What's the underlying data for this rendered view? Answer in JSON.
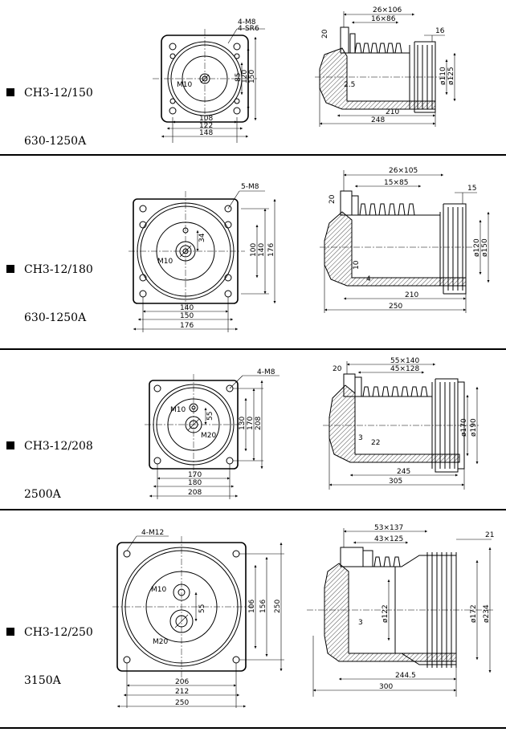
{
  "sections": [
    {
      "model": "CH3-12/150",
      "current": "630-1250A",
      "front": {
        "holes": "4-M8",
        "slots": "4-SR6",
        "center_thread": "M10",
        "v_dims": [
          "85",
          "120",
          "150"
        ],
        "h_dims": [
          "108",
          "122",
          "148"
        ]
      },
      "side": {
        "top_dims": [
          "26×106",
          "16×86"
        ],
        "flange": "20",
        "right": "16",
        "wall": "2.5",
        "diams": [
          "ø110",
          "ø125"
        ],
        "bottom_dims": [
          "210",
          "248"
        ]
      }
    },
    {
      "model": "CH3-12/180",
      "current": "630-1250A",
      "front": {
        "holes": "5-M8",
        "center_thread": "M10",
        "inner": "34",
        "v_dims": [
          "100",
          "140",
          "176"
        ],
        "h_dims": [
          "140",
          "150",
          "176"
        ]
      },
      "side": {
        "top_dims": [
          "26×105",
          "15×85"
        ],
        "flange": "20",
        "right": "15",
        "small": [
          "10",
          "4"
        ],
        "diams": [
          "ø120",
          "ø150"
        ],
        "bottom_dims": [
          "210",
          "250"
        ]
      }
    },
    {
      "model": "CH3-12/208",
      "current": "2500A",
      "front": {
        "holes": "4-M8",
        "threads": [
          "M10",
          "M20"
        ],
        "inner": "55",
        "v_dims": [
          "130",
          "170",
          "208"
        ],
        "h_dims": [
          "170",
          "180",
          "208"
        ]
      },
      "side": {
        "top_dims": [
          "55×140",
          "45×128"
        ],
        "flange": "20",
        "small": [
          "3",
          "22"
        ],
        "diams": [
          "ø170",
          "ø190"
        ],
        "bottom_dims": [
          "245",
          "305"
        ]
      }
    },
    {
      "model": "CH3-12/250",
      "current": "3150A",
      "front": {
        "holes": "4-M12",
        "threads": [
          "M10",
          "M20"
        ],
        "inner": "55",
        "v_dims": [
          "106",
          "156",
          "250"
        ],
        "h_dims": [
          "206",
          "212",
          "250"
        ]
      },
      "side": {
        "top_dims": [
          "53×137",
          "43×125"
        ],
        "right": "21",
        "small": [
          "3"
        ],
        "diams": [
          "ø122",
          "ø172",
          "ø234"
        ],
        "bottom_dims": [
          "244.5",
          "300"
        ]
      }
    }
  ]
}
